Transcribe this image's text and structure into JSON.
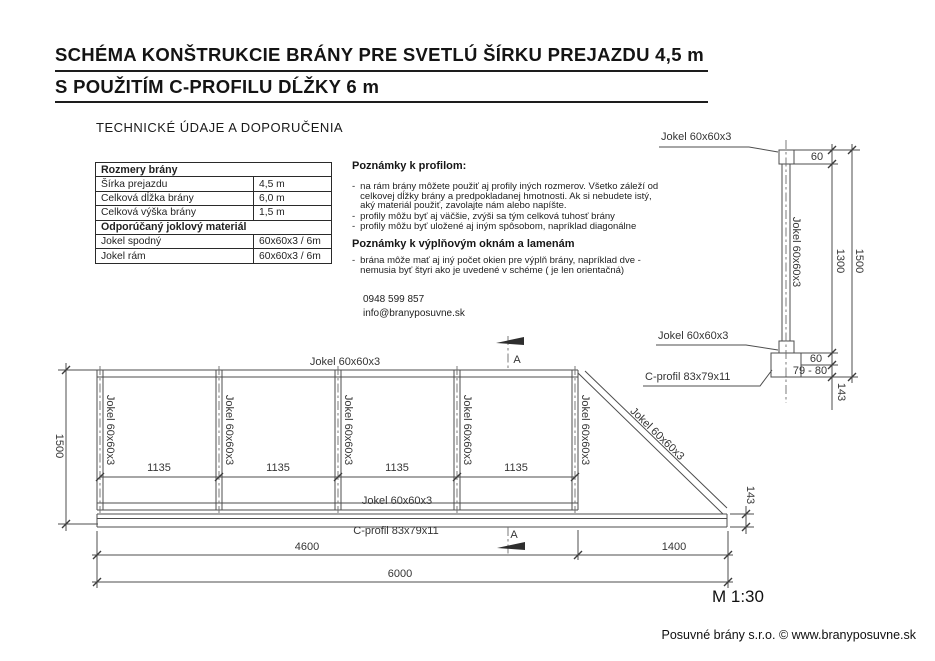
{
  "dash": "-",
  "title": {
    "line1": "SCHÉMA KONŠTRUKCIE BRÁNY PRE SVETLÚ ŠÍRKU PREJAZDU 4,5 m",
    "line2": "S POUŽITÍM C-PROFILU DĹŽKY 6 m"
  },
  "tech_heading": "TECHNICKÉ ÚDAJE A DOPORUČENIA",
  "table": {
    "section1_header": "Rozmery brány",
    "rows1": [
      {
        "label": "Šírka prejazdu",
        "value": "4,5 m"
      },
      {
        "label": "Celková dĺžka brány",
        "value": "6,0 m"
      },
      {
        "label": "Celková výška brány",
        "value": "1,5 m"
      }
    ],
    "section2_header": "Odporúčaný joklový materiál",
    "rows2": [
      {
        "label": "Jokel spodný",
        "value": "60x60x3 / 6m"
      },
      {
        "label": "Jokel rám",
        "value": "60x60x3 / 6m"
      }
    ]
  },
  "notes_profiles": {
    "heading": "Poznámky k profilom:",
    "items": [
      "na rám brány môžete použiť aj profily iných rozmerov. Všetko záleží od celkovej dĺžky brány a predpokladanej hmotnosti. Ak si nebudete istý, aký materiál použiť, zavolajte nám alebo napíšte.",
      "profily môžu byť aj väčšie, zvýši sa tým celková tuhosť brány",
      "profily môžu byť uložené aj iným spôsobom, napríklad diagonálne"
    ]
  },
  "notes_windows": {
    "heading": "Poznámky k výplňovým oknám a lamenám",
    "items": [
      "brána môže mať aj iný počet okien pre výplň brány, napríklad dve - nemusia byť štyri ako je uvedené v schéme ( je len orientačná)"
    ]
  },
  "contact": {
    "phone": "0948 599 857",
    "email": "info@branyposuvne.sk"
  },
  "labels": {
    "jokel": "Jokel 60x60x3",
    "c_profile": "C-profil 83x79x11"
  },
  "gate_dims": {
    "height": "1500",
    "panel": "1135",
    "frame": "4600",
    "tail": "1400",
    "total": "6000",
    "rail_height": "143"
  },
  "post_dims": {
    "cap": "60",
    "shaft": "1300",
    "total": "1500",
    "groove": "79 - 80",
    "below": "143"
  },
  "section_mark": "A",
  "scale": "M 1:30",
  "footer": "Posuvné brány s.r.o. © www.branyposuvne.sk"
}
